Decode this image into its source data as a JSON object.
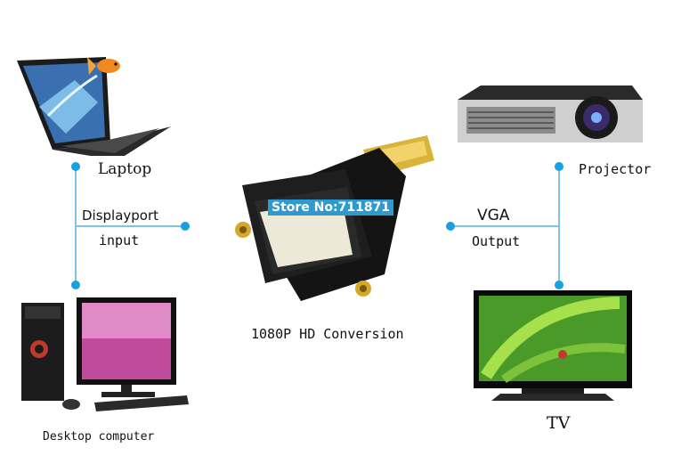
{
  "labels": {
    "laptop": "Laptop",
    "displayport": "Displayport",
    "input": "input",
    "desktop": "Desktop computer",
    "projector": "Projector",
    "vga": "VGA",
    "output": "Output",
    "tv": "TV",
    "conversion": "1080P HD Conversion",
    "store_banner": "Store No:711871"
  },
  "colors": {
    "connector_line": "#7ec4e8",
    "connector_dot": "#1a9fe0",
    "banner_bg": "#2f9ad0"
  },
  "icons": [
    "laptop-icon",
    "goldfish-icon",
    "desktop-computer-icon",
    "projector-icon",
    "tv-icon",
    "adapter-image"
  ]
}
